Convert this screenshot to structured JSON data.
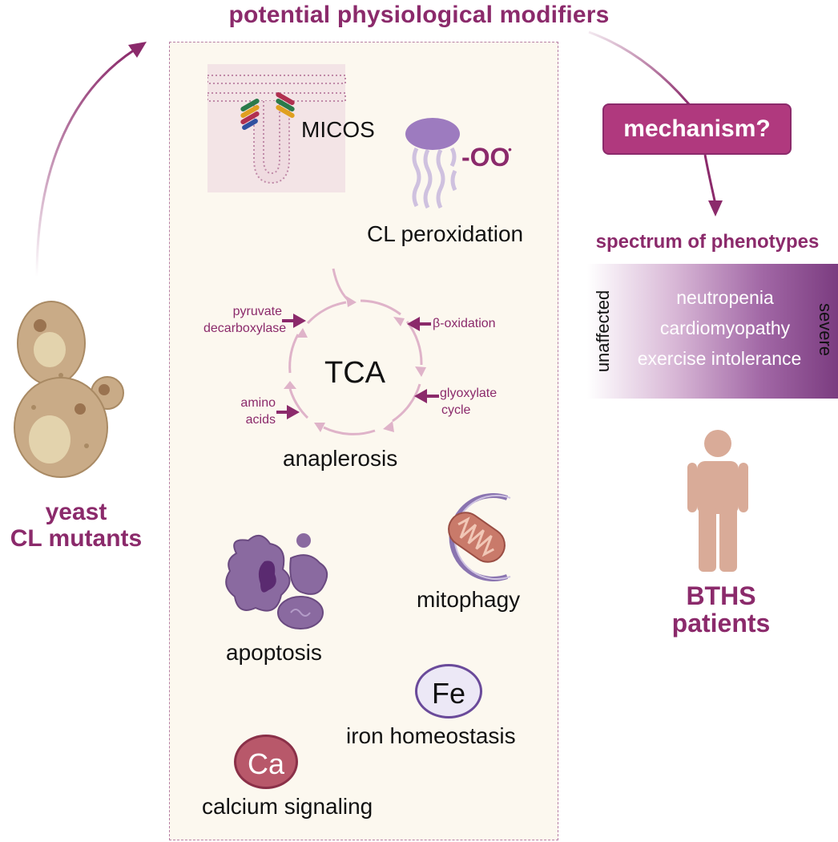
{
  "title": "potential physiological modifiers",
  "left": {
    "label_line1": "yeast",
    "label_line2": "CL mutants"
  },
  "panel": {
    "micos_label": "MICOS",
    "peroxidation_label": "CL peroxidation",
    "peroxide_symbol": "-OO",
    "tca": {
      "center_label": "TCA",
      "caption": "anaplerosis",
      "inputs": {
        "pyruvate": [
          "pyruvate",
          "decarboxylase"
        ],
        "amino": [
          "amino",
          "acids"
        ],
        "beta": "β-oxidation",
        "glyoxylate": [
          "glyoxylate",
          "cycle"
        ]
      }
    },
    "apoptosis_label": "apoptosis",
    "mitophagy_label": "mitophagy",
    "iron": {
      "symbol": "Fe",
      "label": "iron homeostasis"
    },
    "calcium": {
      "symbol": "Ca",
      "label": "calcium signaling"
    }
  },
  "right": {
    "mechanism_label": "mechanism?",
    "spectrum_title": "spectrum of phenotypes",
    "phenotypes": [
      "neutropenia",
      "cardiomyopathy",
      "exercise intolerance"
    ],
    "scale_low": "unaffected",
    "scale_high": "severe",
    "patients_line1": "BTHS",
    "patients_line2": "patients"
  },
  "colors": {
    "accent": "#8b2a6b",
    "box_fill": "#b0397e",
    "panel_bg": "#fcf8ef",
    "cycle_arrow": "#dfb3c9",
    "person": "#d9ab98"
  }
}
